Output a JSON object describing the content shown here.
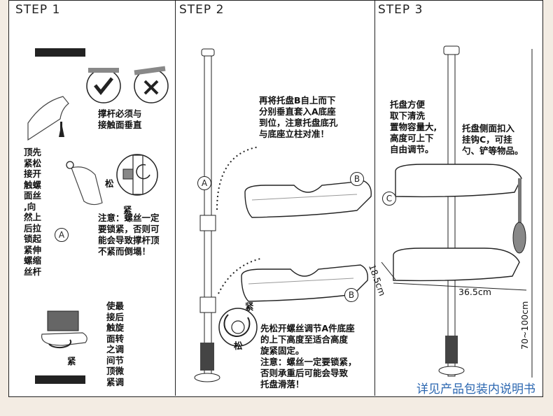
{
  "steps": {
    "step1": {
      "title": "STEP 1",
      "check_note": "撑杆必须与\n接触面垂直",
      "side_note": "顶先\n紧松\n接开\n触螺\n面丝\n,向\n然上\n后拉\n锁起\n紧伸\n螺缩\n丝杆",
      "loosen_label": "松",
      "tighten_label": "紧",
      "warning": "注意：螺丝一定\n要锁紧，否则可\n能会导致撑杆顶\n不紧而倒塌！",
      "label_a": "A",
      "final_note": "使最\n接后\n触旋\n面转\n之调\n间节\n顶微\n紧调",
      "tighten_label2": "紧"
    },
    "step2": {
      "title": "STEP 2",
      "top_note": "再将托盘B自上而下\n分别垂直套入A底座\n到位，注意托盘底孔\n与底座立柱对准！",
      "label_a": "A",
      "label_b1": "B",
      "label_b2": "B",
      "tighten_label": "紧",
      "loosen_label": "松",
      "bottom_note": "先松开螺丝调节A件底座\n的上下高度至适合高度\n旋紧固定。\n注意：螺丝一定要锁紧，\n否则承重后可能会导致\n托盘滑落！"
    },
    "step3": {
      "title": "STEP 3",
      "note_left": "托盘方便\n取下清洗\n置物容量大,\n高度可上下\n自由调节。",
      "note_right": "托盘侧面扣入\n挂钩C，可挂\n勺、铲等物品。",
      "label_c": "C",
      "dim_depth": "18.5cm",
      "dim_width": "36.5cm",
      "dim_height": "70~100cm"
    }
  },
  "footer": "详见产品包装内说明书",
  "colors": {
    "footer_text": "#2a66b0",
    "background": "#f3ece3",
    "panel": "#ffffff"
  }
}
